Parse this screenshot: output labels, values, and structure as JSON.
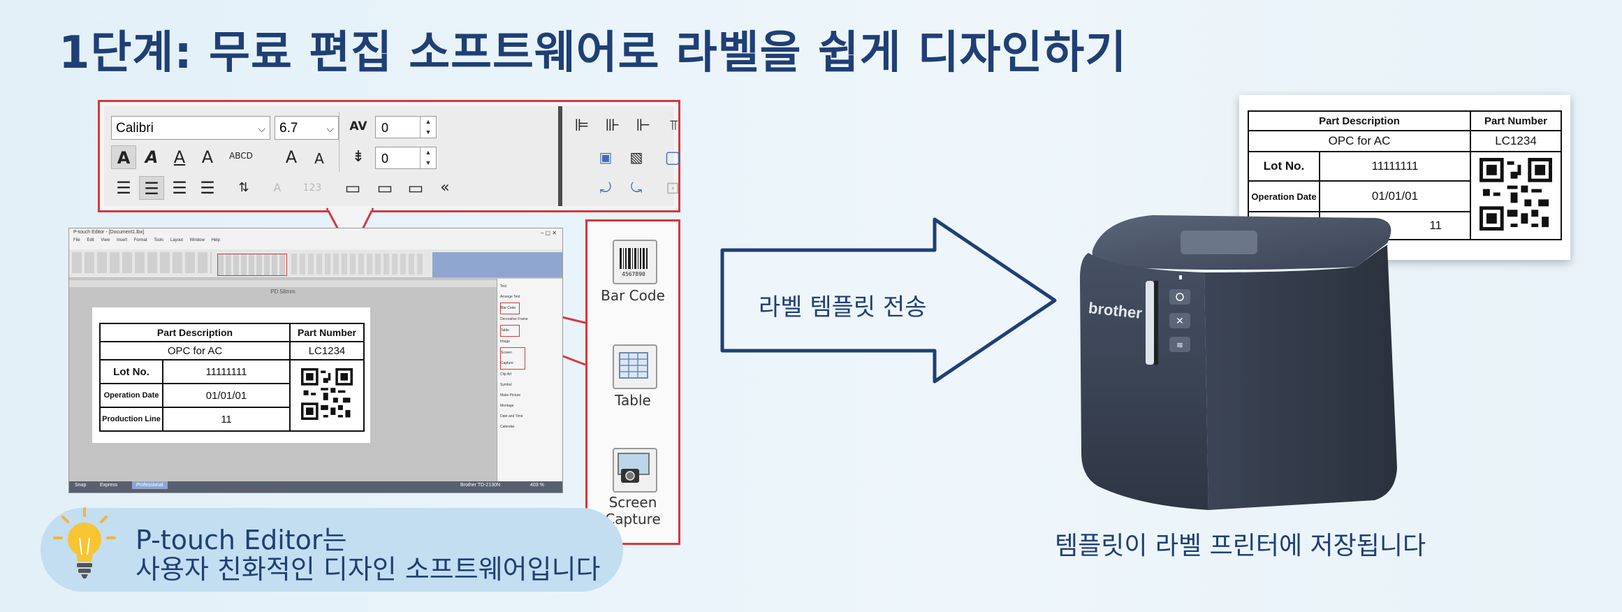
{
  "page": {
    "title": "1단계: 무료 편집 소프트웨어로 라벨을 쉽게 디자인하기"
  },
  "toolbar": {
    "font_name": "Calibri",
    "font_size": "6.7",
    "char_spacing": "0",
    "line_spacing": "0",
    "collapse_glyph": "«"
  },
  "editor": {
    "window_title": "P-touch Editor - [Document1.lbx]",
    "menu_items": [
      "File",
      "Edit",
      "View",
      "Insert",
      "Format",
      "Tools",
      "Layout",
      "Window",
      "Help"
    ],
    "canvas_label": "PD 58mm",
    "panel_items": [
      "Text",
      "Arrange Text",
      "Bar Code",
      "Decorative Frame",
      "Table",
      "Image",
      "Screen Capture",
      "Clip Art",
      "Symbol",
      "Make Picture",
      "Montage",
      "Date and Time",
      "Calendar"
    ],
    "status_tabs": [
      "Snap",
      "Express",
      "Professional"
    ],
    "printer_name": "Brother TD-2130N",
    "zoom": "403 %"
  },
  "side_panel": {
    "barcode_label": "Bar Code",
    "table_label": "Table",
    "capture_label": "Screen Capture"
  },
  "label_table": {
    "header_desc": "Part Description",
    "header_num": "Part Number",
    "desc_value": "OPC for AC",
    "num_value": "LC1234",
    "lot_label": "Lot No.",
    "lot_value": "11111111",
    "op_date_label": "Operation Date",
    "op_date_value": "01/01/01",
    "prod_line_label": "Production Line",
    "prod_line_value": "11"
  },
  "printed_label": {
    "header_desc": "Part Description",
    "header_num": "Part Number",
    "desc_value": "OPC for AC",
    "num_value": "LC1234",
    "lot_label": "Lot No.",
    "lot_value": "11111111",
    "op_date_label": "Operation Date",
    "op_date_value": "01/01/01",
    "prod_line_value": "11"
  },
  "transfer": {
    "arrow_text": "라벨 템플릿 전송"
  },
  "printer": {
    "brand": "brother",
    "caption": "템플릿이 라벨 프린터에 저장됩니다"
  },
  "tip": {
    "line1": "P-touch Editor는",
    "line2": "사용자 친화적인 디자인 소프트웨어입니다"
  },
  "colors": {
    "title": "#1f3f75",
    "callout_border": "#d33a3f",
    "printer_body": "#3a4352",
    "bubble": "#c3def0"
  }
}
